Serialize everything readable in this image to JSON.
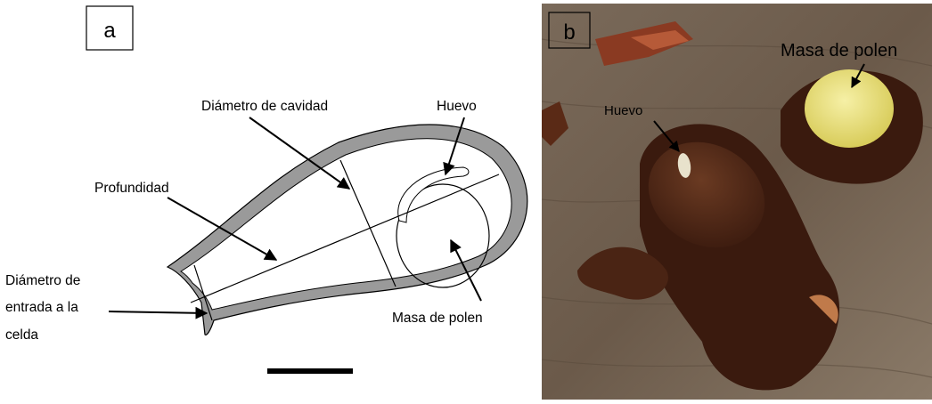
{
  "panel_a": {
    "letter": "a",
    "labels": {
      "cavity_diameter": "Diámetro de cavidad",
      "egg": "Huevo",
      "depth": "Profundidad",
      "entrance_diameter_line1": "Diámetro de",
      "entrance_diameter_line2": "entrada a la",
      "entrance_diameter_line3": "celda",
      "pollen_mass": "Masa de polen"
    }
  },
  "panel_b": {
    "letter": "b",
    "labels": {
      "egg": "Huevo",
      "pollen_mass": "Masa de polen"
    }
  },
  "colors": {
    "line": "#000000",
    "cell_wall_fill": "#9a9a9a",
    "wood_background": "#6b5a4a",
    "pollen_yellow": "#efe68a",
    "soil_dark": "#3a1a0e"
  }
}
